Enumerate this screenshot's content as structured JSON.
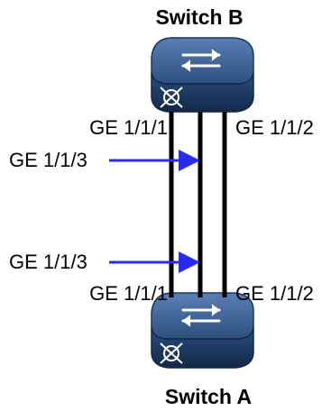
{
  "switch_b": {
    "label": "Switch B",
    "ports": {
      "left": "GE 1/1/1",
      "right": "GE 1/1/2",
      "pointer": "GE 1/1/3"
    }
  },
  "switch_a": {
    "label": "Switch A",
    "ports": {
      "left": "GE 1/1/1",
      "right": "GE 1/1/2",
      "pointer": "GE 1/1/3"
    }
  },
  "colors": {
    "cable": "#000000",
    "pointer_arrow": "#2b2bf0",
    "switch_top": "#3a5f93",
    "switch_side": "#1b3158",
    "switch_front": "#254a7c"
  },
  "icons": {
    "switch_glyph": "exchange-arrows-icon",
    "port_glyph": "four-way-arrows-icon"
  }
}
